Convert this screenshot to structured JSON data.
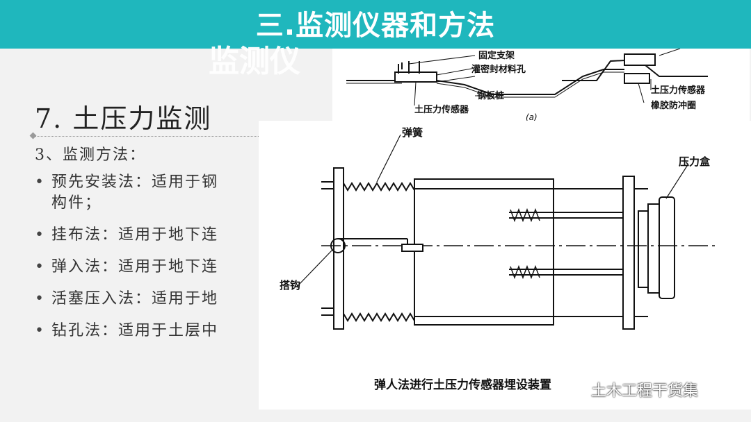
{
  "header": {
    "title": "三.监测仪器和方法",
    "ghost_title": "监测仪"
  },
  "slide": {
    "heading": "7. 土压力监测",
    "subheading": "3、监测方法：",
    "bullets": [
      {
        "line1": "预先安装法：适用于钢",
        "line2": "构件；"
      },
      {
        "line1": "挂布法：适用于地下连",
        "line2": ""
      },
      {
        "line1": "弹入法：适用于地下连",
        "line2": ""
      },
      {
        "line1": "活塞压入法：适用于地",
        "line2": ""
      },
      {
        "line1": "钻孔法：适用于土层中",
        "line2": ""
      }
    ]
  },
  "figure_top": {
    "labels": {
      "fixed_support": "固定支架",
      "seal_hole": "灌密封材料孔",
      "steel_pile": "钢板桩",
      "sensor_left": "土压力传感器",
      "sensor_right": "土压力传感器",
      "rubber_ring": "橡胶防冲圈",
      "panel": "(a)"
    }
  },
  "figure_main": {
    "labels": {
      "spring": "弹簧",
      "pressure_box": "压力盒",
      "hook": "搭钩"
    },
    "caption": "弹人法进行土压力传感器埋设装置"
  },
  "watermark": {
    "text": "土木工程干货集",
    "icon": "wechat-icon"
  },
  "colors": {
    "header_bg": "#1fb7bd",
    "page_bg": "#f2f2f2",
    "header_text": "#ffffff"
  }
}
